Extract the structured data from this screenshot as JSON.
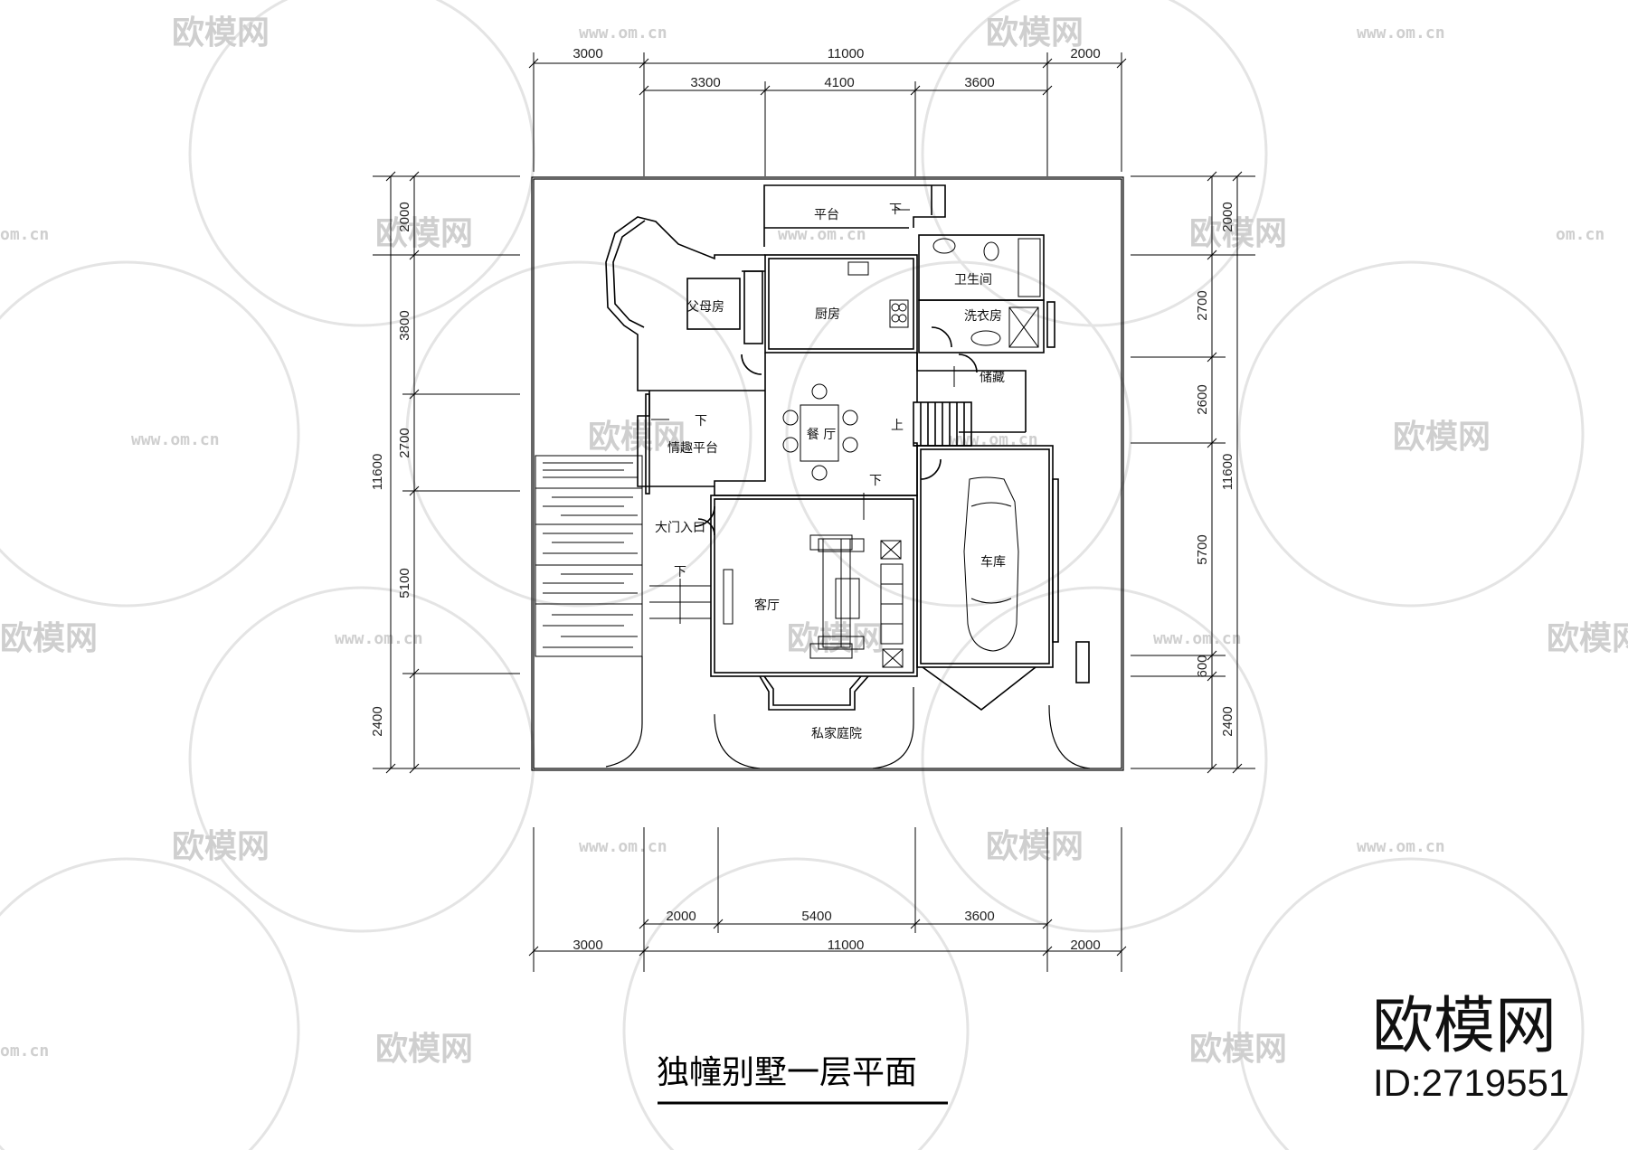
{
  "drawing": {
    "title": "独幢别墅一层平面"
  },
  "brand": {
    "logo_text": "欧模网",
    "id_text": "ID:2719551",
    "watermark_text": "欧模网",
    "watermark_url": "www.om.cn",
    "watermark_url_short": "om.cn"
  },
  "dimensions": {
    "top_overall": [
      "3000",
      "11000",
      "2000"
    ],
    "top_detail": [
      "3300",
      "4100",
      "3600"
    ],
    "bottom_detail": [
      "2000",
      "5400",
      "3600"
    ],
    "bottom_overall": [
      "3000",
      "11000",
      "2000"
    ],
    "left_detail": [
      "2000",
      "3800",
      "2700",
      "5100",
      "2400"
    ],
    "left_overall": "11600",
    "right_detail": [
      "2000",
      "2700",
      "2600",
      "5700",
      "600",
      "2400"
    ],
    "right_overall": "11600"
  },
  "rooms": {
    "terrace": "平台",
    "bathroom": "卫生间",
    "laundry": "洗衣房",
    "parents_room": "父母房",
    "kitchen": "厨房",
    "storage": "储藏",
    "dining": "餐 厅",
    "leisure_terrace": "情趣平台",
    "entrance": "大门入口",
    "living": "客厅",
    "garage": "车库",
    "garden": "私家庭院"
  },
  "annotations": {
    "down": "下",
    "up": "上"
  }
}
